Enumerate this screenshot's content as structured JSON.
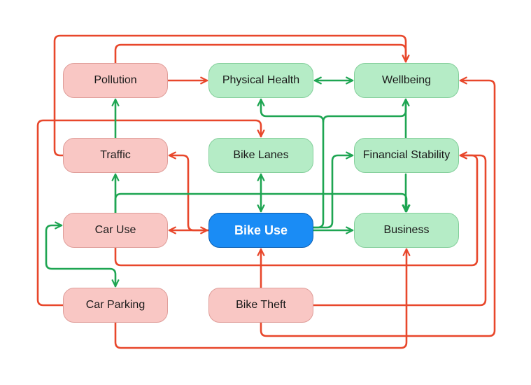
{
  "colors": {
    "negative_link": "#e8472b",
    "positive_link": "#1ea552",
    "problem_node_fill": "#f9c7c4",
    "benefit_node_fill": "#b5ecc6",
    "focus_node_fill": "#1a8cf5"
  },
  "nodes": {
    "pollution": "Pollution",
    "physical_health": "Physical Health",
    "wellbeing": "Wellbeing",
    "traffic": "Traffic",
    "bike_lanes": "Bike Lanes",
    "financial_stability": "Financial Stability",
    "car_use": "Car Use",
    "bike_use": "Bike Use",
    "business": "Business",
    "car_parking": "Car Parking",
    "bike_theft": "Bike Theft"
  },
  "links": [
    {
      "from": "Pollution",
      "to": "Physical Health",
      "color": "red"
    },
    {
      "from": "Pollution",
      "to": "Wellbeing",
      "color": "red"
    },
    {
      "from": "Traffic",
      "to": "Wellbeing",
      "color": "red"
    },
    {
      "from": "Traffic",
      "to": "Pollution",
      "color": "green"
    },
    {
      "from": "Car Use",
      "to": "Traffic",
      "color": "green"
    },
    {
      "from": "Car Use",
      "to": "Business",
      "color": "green"
    },
    {
      "from": "Car Use",
      "to": "Financial Stability",
      "color": "red"
    },
    {
      "from": "Car Use",
      "to": "Car Parking",
      "color": "green",
      "bidirectional": true
    },
    {
      "from": "Car Use",
      "to": "Bike Use",
      "color": "red",
      "bidirectional": true
    },
    {
      "from": "Bike Use",
      "to": "Traffic",
      "color": "red"
    },
    {
      "from": "Bike Use",
      "to": "Business",
      "color": "green"
    },
    {
      "from": "Bike Use",
      "to": "Physical Health",
      "color": "green"
    },
    {
      "from": "Bike Use",
      "to": "Wellbeing",
      "color": "green"
    },
    {
      "from": "Bike Use",
      "to": "Financial Stability",
      "color": "green"
    },
    {
      "from": "Bike Use",
      "to": "Bike Lanes",
      "color": "green",
      "bidirectional": true
    },
    {
      "from": "Physical Health",
      "to": "Wellbeing",
      "color": "green",
      "bidirectional": true
    },
    {
      "from": "Financial Stability",
      "to": "Wellbeing",
      "color": "green"
    },
    {
      "from": "Financial Stability",
      "to": "Business",
      "color": "green"
    },
    {
      "from": "Car Parking",
      "to": "Bike Lanes",
      "color": "red"
    },
    {
      "from": "Car Parking",
      "to": "Business",
      "color": "red"
    },
    {
      "from": "Bike Theft",
      "to": "Bike Use",
      "color": "red"
    },
    {
      "from": "Bike Theft",
      "to": "Financial Stability",
      "color": "red"
    },
    {
      "from": "Bike Theft",
      "to": "Wellbeing",
      "color": "red"
    }
  ]
}
